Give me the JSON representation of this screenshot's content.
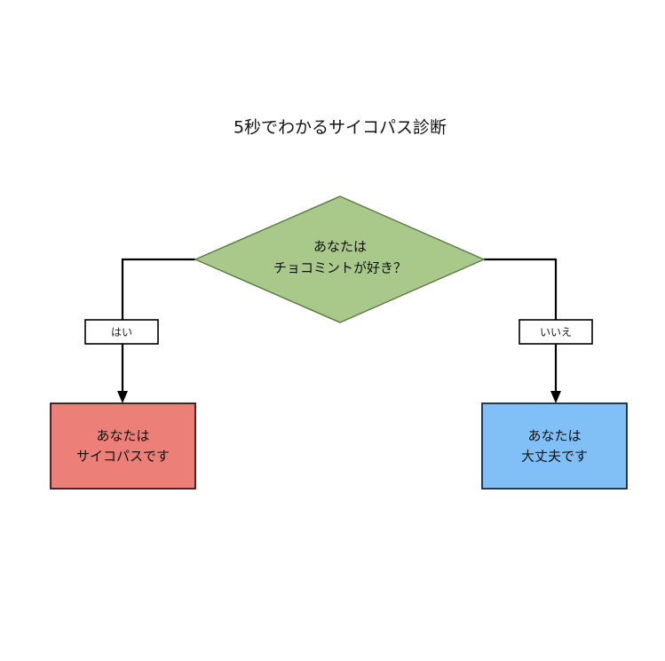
{
  "diagram": {
    "title": "5秒でわかるサイコパス診断",
    "type": "decision-flowchart",
    "background_color": "#ffffff",
    "nodes": [
      {
        "id": "question",
        "shape": "diamond",
        "line1": "あなたは",
        "line2": "チョコミントが好き？",
        "fill_color": "#a9c98a",
        "border_color": "#5d7a46"
      },
      {
        "id": "outcome-yes",
        "shape": "rectangle",
        "line1": "あなたは",
        "line2": "サイコパスです",
        "fill_color": "#ec7f77",
        "border_color": "#2b1a18"
      },
      {
        "id": "outcome-no",
        "shape": "rectangle",
        "line1": "あなたは",
        "line2": "大丈夫です",
        "fill_color": "#81c0f6",
        "border_color": "#16293d"
      }
    ],
    "edges": [
      {
        "id": "edge-yes",
        "from": "question",
        "to": "outcome-yes",
        "label": "はい",
        "label_fill": "#ffffff",
        "label_border": "#000000",
        "line_color": "#000000"
      },
      {
        "id": "edge-no",
        "from": "question",
        "to": "outcome-no",
        "label": "いいえ",
        "label_fill": "#ffffff",
        "label_border": "#000000",
        "line_color": "#000000"
      }
    ]
  }
}
